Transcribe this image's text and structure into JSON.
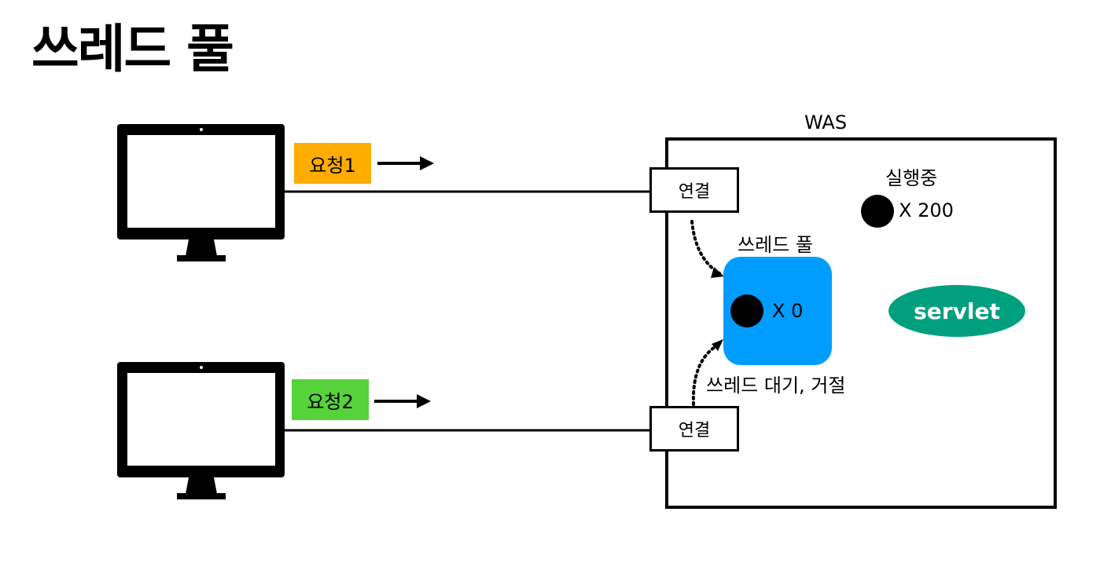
{
  "title": "쓰레드 풀",
  "was": {
    "label": "WAS"
  },
  "requests": [
    {
      "label": "요청1",
      "color": "#FFAC00"
    },
    {
      "label": "요청2",
      "color": "#56D23B"
    }
  ],
  "connection_label": "연결",
  "running": {
    "label": "실행중",
    "count": "X 200"
  },
  "thread_pool": {
    "label": "쓰레드 풀",
    "count": "X 0",
    "color": "#009DFF"
  },
  "wait_reject_label": "쓰레드 대기, 거절",
  "servlet": {
    "label": "servlet",
    "color": "#00A07E"
  }
}
